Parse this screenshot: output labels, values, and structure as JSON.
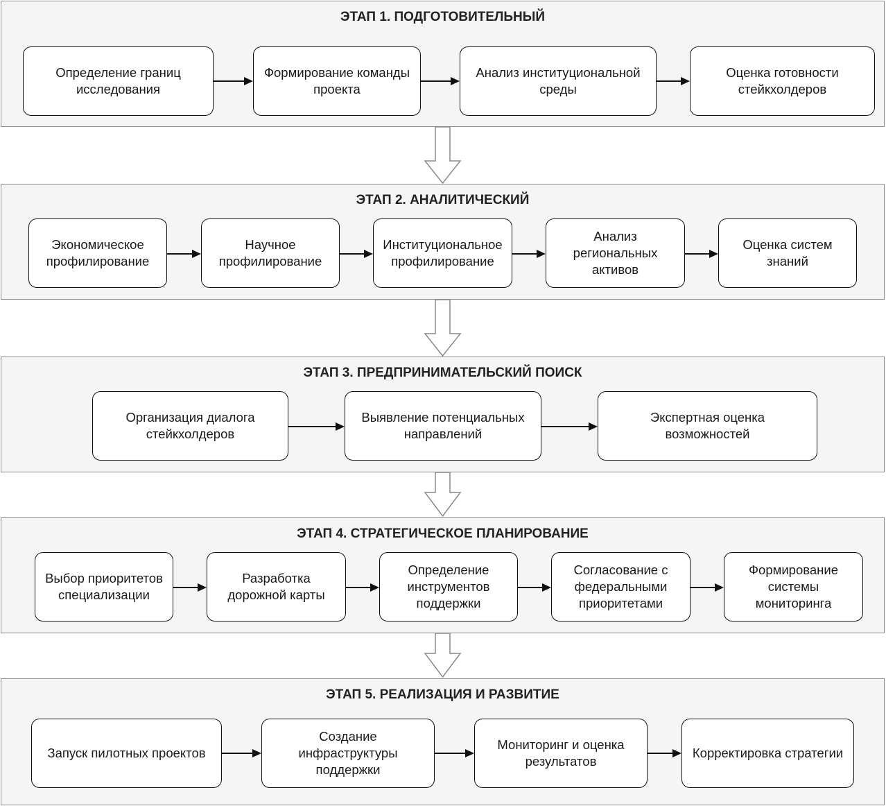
{
  "stages": [
    {
      "title": "ЭТАП 1. ПОДГОТОВИТЕЛЬНЫЙ",
      "steps": [
        "Определение границ\nисследования",
        "Формирование команды\nпроекта",
        "Анализ институциональной\nсреды",
        "Оценка готовности\nстейкхолдеров"
      ]
    },
    {
      "title": "ЭТАП 2. АНАЛИТИЧЕСКИЙ",
      "steps": [
        "Экономическое\nпрофилирование",
        "Научное\nпрофилирование",
        "Институциональное\nпрофилирование",
        "Анализ\nрегиональных\nактивов",
        "Оценка систем\nзнаний"
      ]
    },
    {
      "title": "ЭТАП 3. ПРЕДПРИНИМАТЕЛЬСКИЙ ПОИСК",
      "steps": [
        "Организация диалога\nстейкхолдеров",
        "Выявление потенциальных\nнаправлений",
        "Экспертная оценка\nвозможностей"
      ]
    },
    {
      "title": "ЭТАП 4. СТРАТЕГИЧЕСКОЕ ПЛАНИРОВАНИЕ",
      "steps": [
        "Выбор приоритетов\nспециализации",
        "Разработка\nдорожной карты",
        "Определение\nинструментов\nподдержки",
        "Согласование с\nфедеральными\nприоритетами",
        "Формирование\nсистемы\nмониторинга"
      ]
    },
    {
      "title": "ЭТАП 5. РЕАЛИЗАЦИЯ И РАЗВИТИЕ",
      "steps": [
        "Запуск пилотных проектов",
        "Создание\nинфраструктуры\nподдержки",
        "Мониторинг и оценка\nрезультатов",
        "Корректировка стратегии"
      ]
    }
  ]
}
